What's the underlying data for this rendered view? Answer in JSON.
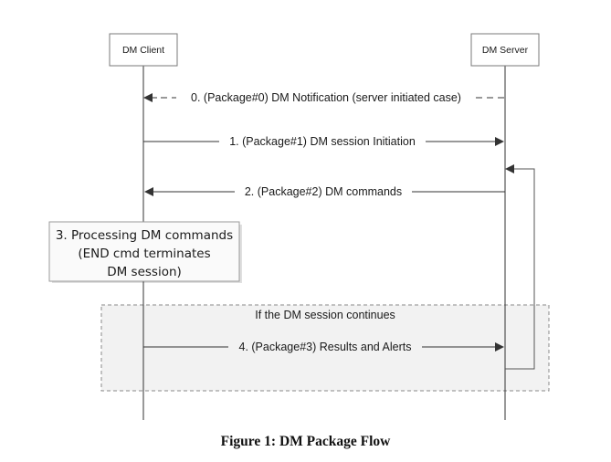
{
  "participants": {
    "client": "DM Client",
    "server": "DM Server"
  },
  "messages": [
    {
      "label": "0. (Package#0) DM Notification (server initiated case)",
      "direction": "server-to-client",
      "style": "dashed"
    },
    {
      "label": "1. (Package#1) DM session Initiation",
      "direction": "client-to-server",
      "style": "solid"
    },
    {
      "label": "2. (Package#2) DM commands",
      "direction": "server-to-client",
      "style": "solid"
    },
    {
      "label": "4. (Package#3) Results and Alerts",
      "direction": "client-to-server",
      "style": "solid"
    }
  ],
  "note": {
    "lines": [
      "3. Processing DM commands",
      "(END cmd terminates",
      "DM session)"
    ]
  },
  "loop": {
    "label": "If the DM session continues"
  },
  "caption": "Figure 1: DM Package Flow"
}
